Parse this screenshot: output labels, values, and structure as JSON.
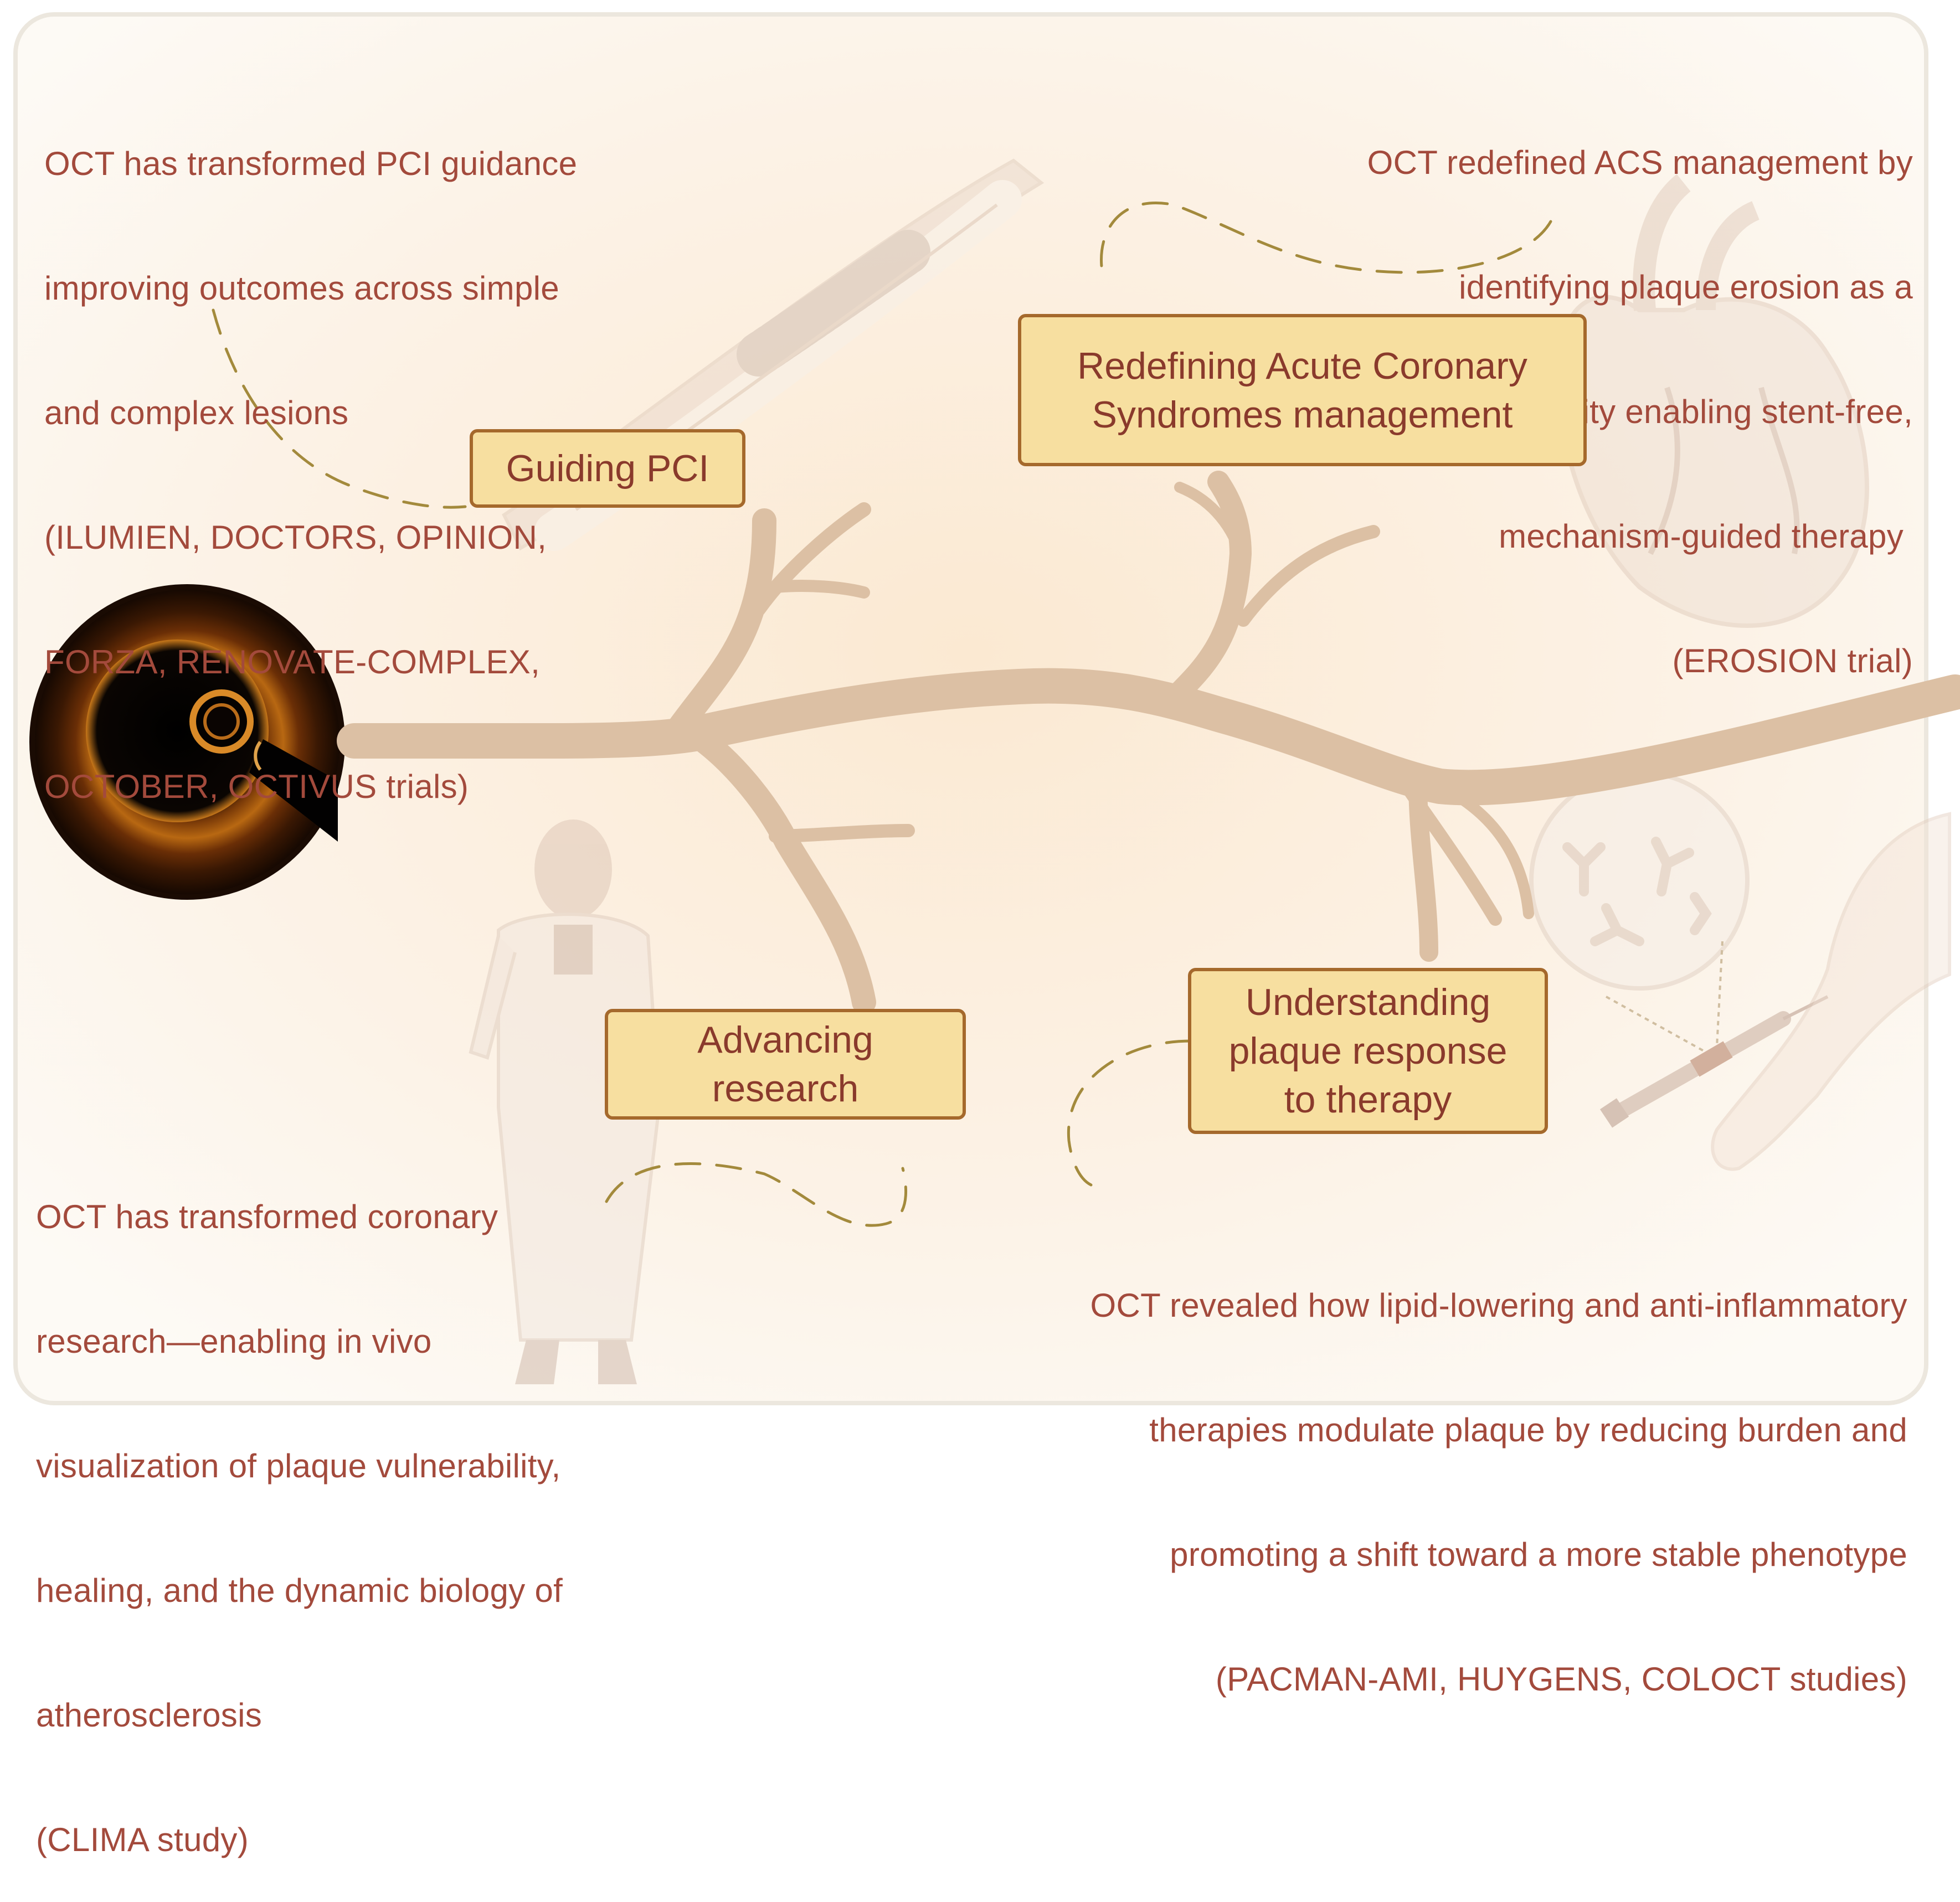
{
  "center_image": {
    "icon": "oct-cross-section-image"
  },
  "branches": {
    "guiding_pci": {
      "label_lines": [
        "Guiding PCI"
      ],
      "note_lines": [
        "OCT has transformed PCI guidance",
        "improving outcomes across simple",
        "and complex lesions",
        "(ILUMIEN, DOCTORS, OPINION,",
        "FORZA, RENOVATE-COMPLEX,",
        "OCTOBER, OCTIVUS trials)"
      ],
      "illustration": "stent-icon"
    },
    "acs": {
      "label_lines": [
        "Redefining Acute Coronary",
        "Syndromes management"
      ],
      "note_lines": [
        "OCT redefined ACS management by",
        "identifying plaque erosion as a",
        "distinct entity enabling stent-free,",
        "mechanism-guided therapy ",
        "(EROSION trial)"
      ],
      "illustration": "heart-icon"
    },
    "research": {
      "label_lines": [
        "Advancing",
        "research"
      ],
      "note_lines": [
        "OCT has transformed coronary",
        "research—enabling in vivo",
        "visualization of plaque vulnerability,",
        "healing, and the dynamic biology of",
        "atherosclerosis",
        "(CLIMA study)"
      ],
      "illustration": "scientist-icon"
    },
    "therapy": {
      "label_lines": [
        "Understanding",
        "plaque response",
        "to therapy"
      ],
      "note_lines": [
        "OCT revealed how lipid-lowering and anti-inflammatory",
        "therapies modulate plaque by reducing burden and",
        "promoting a shift toward a more stable phenotype",
        "(PACMAN-AMI, HUYGENS, COLOCT studies)"
      ],
      "illustration": "syringe-antibody-icon"
    }
  },
  "colors": {
    "note_text": "#a34a3c",
    "box_fill": "#f7dfa0",
    "box_border": "#a5692c",
    "branch": "#dcc0a4",
    "dash": "#a38a3c",
    "background": "#fbf3e6"
  }
}
